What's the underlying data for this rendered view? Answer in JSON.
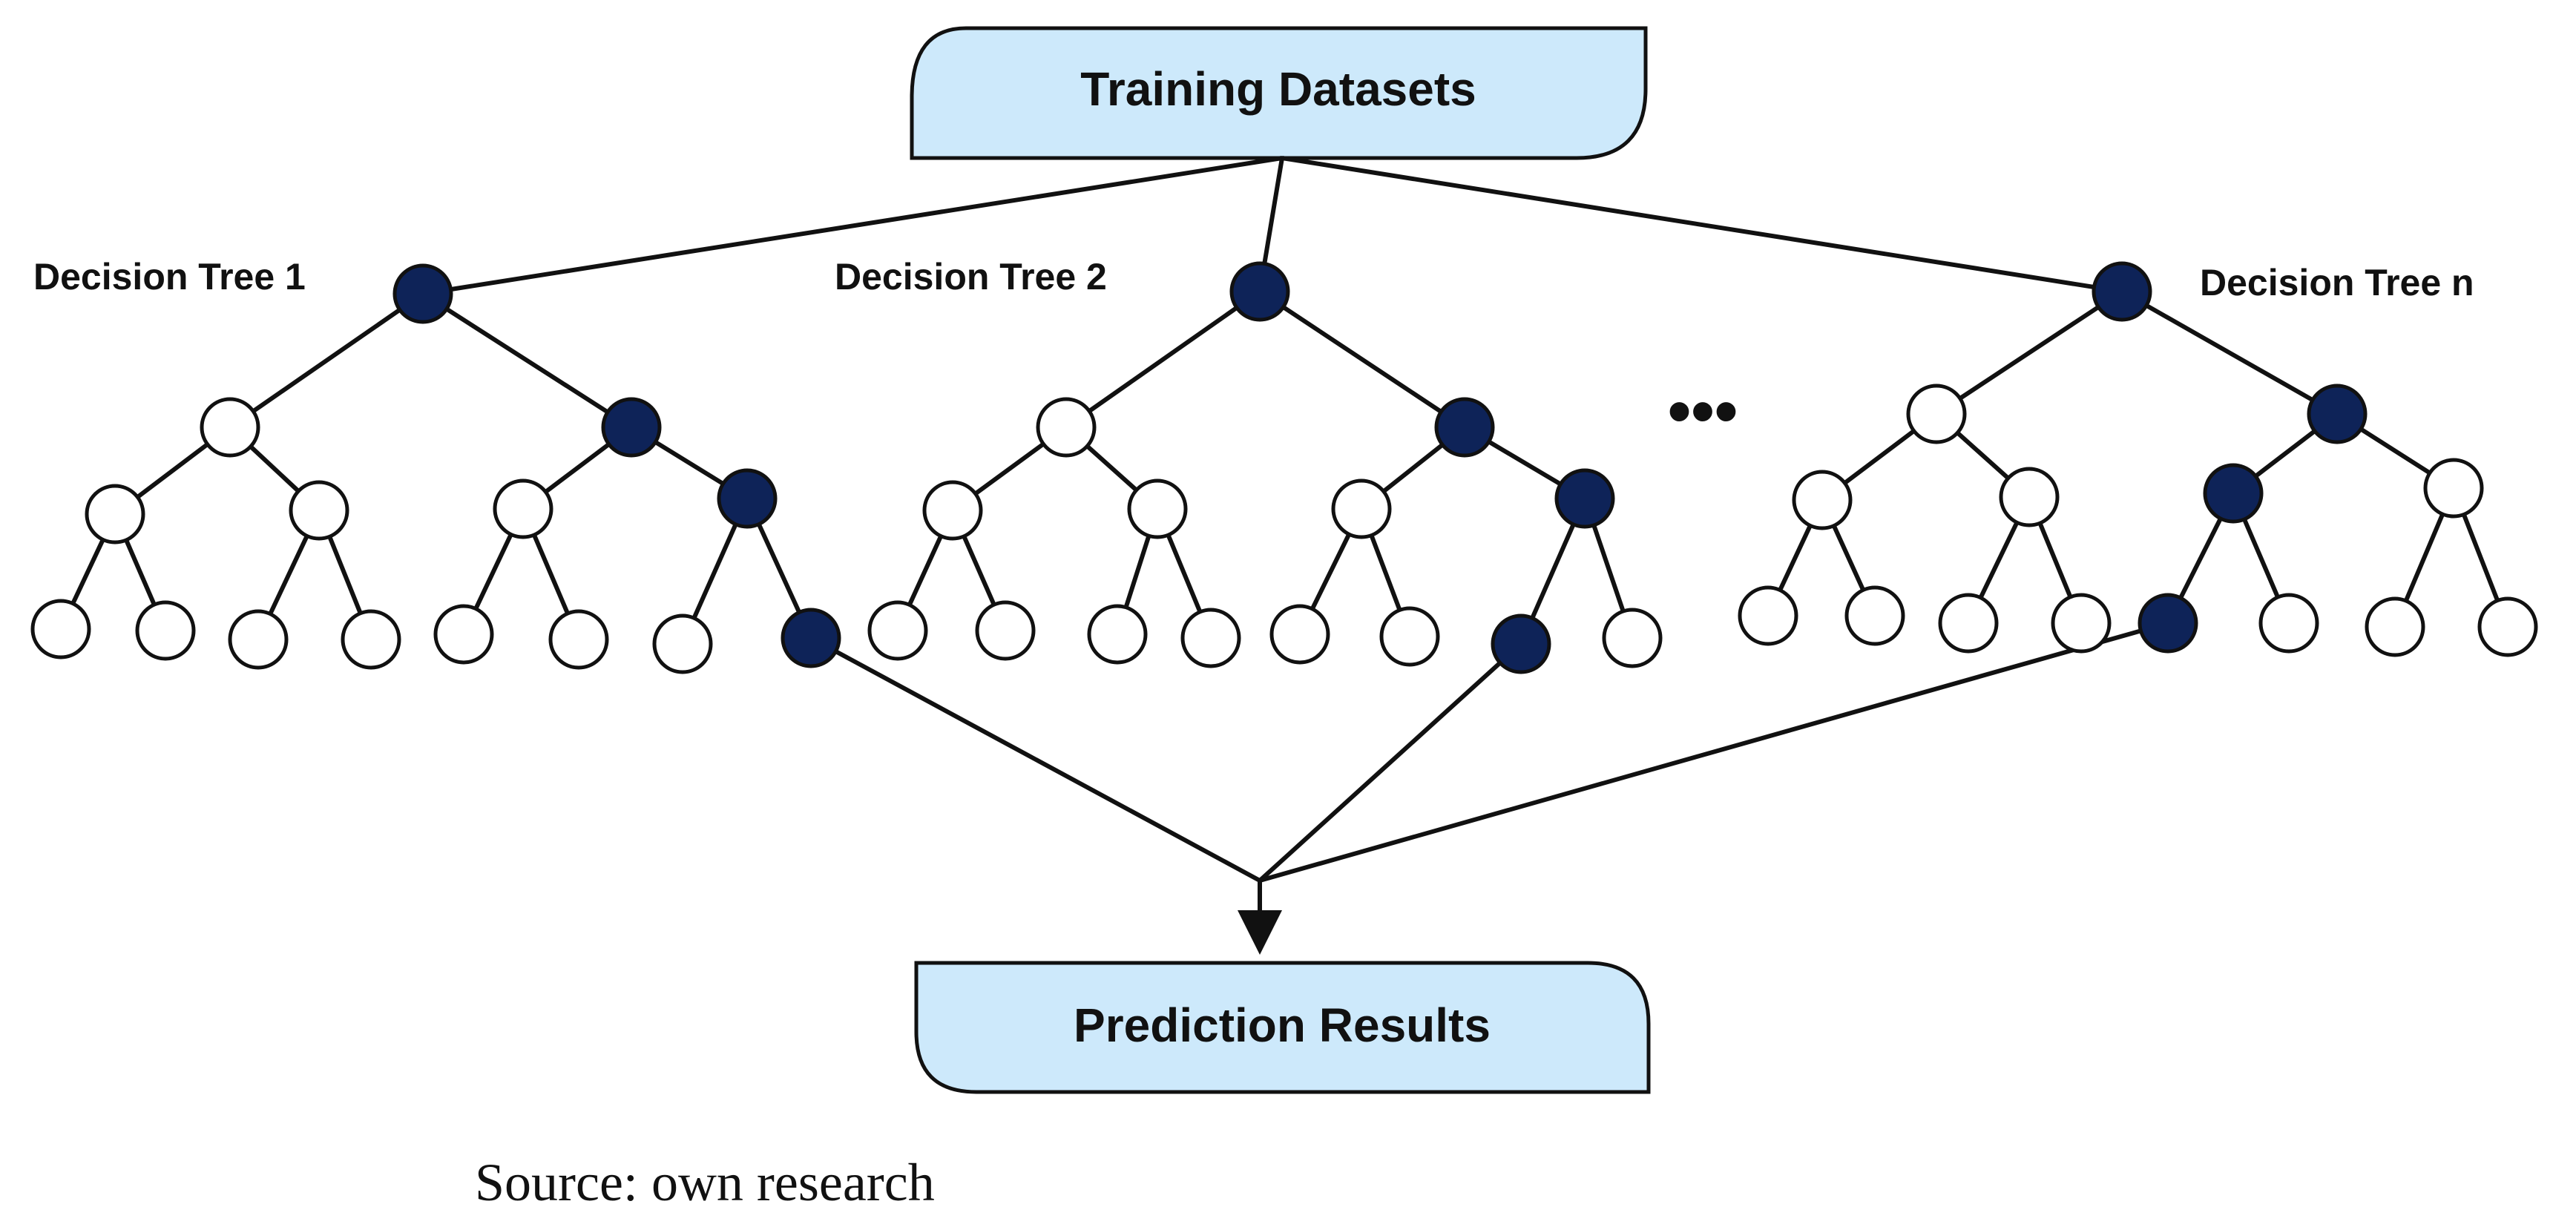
{
  "top_box": {
    "label": "Training Datasets"
  },
  "bottom_box": {
    "label": "Prediction Results"
  },
  "trees": [
    {
      "label": "Decision Tree 1"
    },
    {
      "label": "Decision Tree 2"
    },
    {
      "label": "Decision Tree n"
    }
  ],
  "ellipsis": "•••",
  "source": "Source: own research",
  "colors": {
    "box_fill": "#cde9fb",
    "node_dark": "#0e2358",
    "node_light": "#ffffff",
    "stroke": "#111111"
  }
}
